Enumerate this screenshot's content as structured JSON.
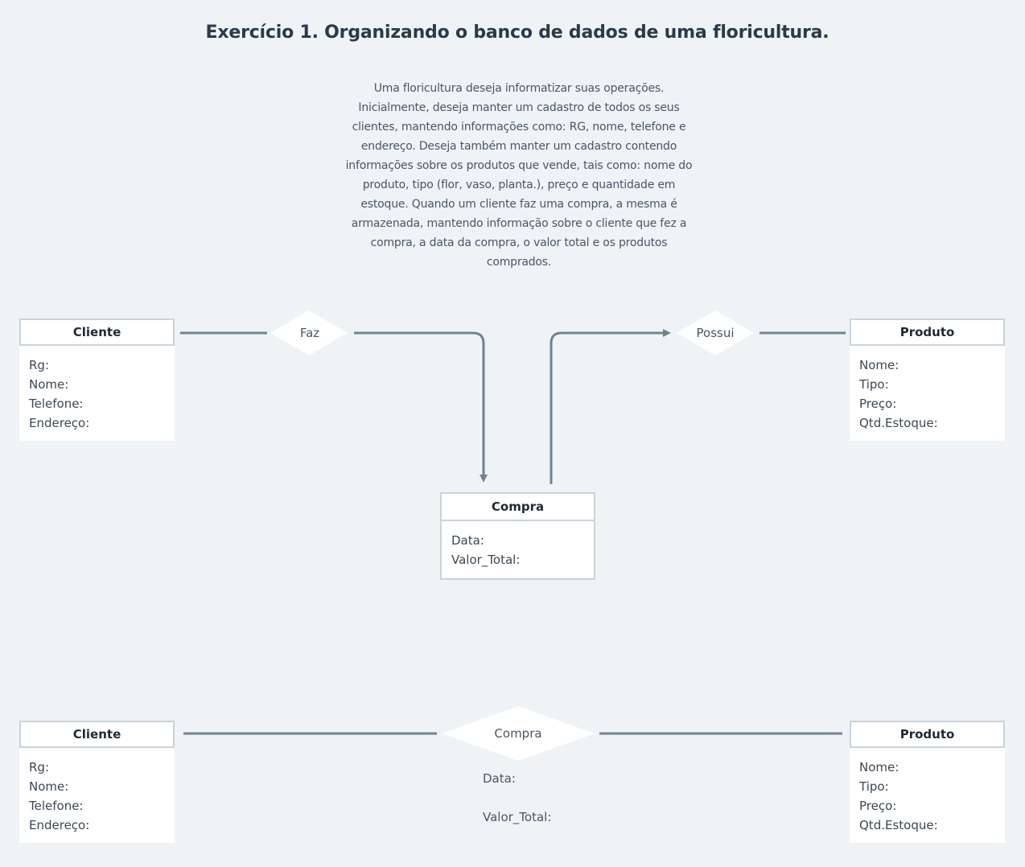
{
  "title": "Exercício 1. Organizando o banco de dados de uma floricultura.",
  "description": "Uma floricultura deseja informatizar suas operações. Inicialmente, deseja manter um cadastro de todos os seus clientes, mantendo informações como: RG, nome, telefone e endereço. Deseja também manter um cadastro contendo informações sobre os produtos que vende, tais como: nome do produto, tipo (flor, vaso, planta.), preço e quantidade em estoque. Quando um cliente faz uma compra, a mesma é armazenada, mantendo informação sobre o cliente que fez a compra, a data da compra, o valor total e os produtos comprados.",
  "diagram1": {
    "cliente": {
      "name": "Cliente",
      "attrs": [
        "Rg:",
        "Nome:",
        "Telefone:",
        "Endereço:"
      ]
    },
    "produto": {
      "name": "Produto",
      "attrs": [
        "Nome:",
        "Tipo:",
        "Preço:",
        "Qtd.Estoque:"
      ]
    },
    "compra": {
      "name": "Compra",
      "attrs": [
        "Data:",
        "Valor_Total:"
      ]
    },
    "rel_faz": "Faz",
    "rel_possui": "Possui"
  },
  "diagram2": {
    "cliente": {
      "name": "Cliente",
      "attrs": [
        "Rg:",
        "Nome:",
        "Telefone:",
        "Endereço:"
      ]
    },
    "produto": {
      "name": "Produto",
      "attrs": [
        "Nome:",
        "Tipo:",
        "Preço:",
        "Qtd.Estoque:"
      ]
    },
    "rel_compra": "Compra",
    "rel_attrs": [
      "Data:",
      "Valor_Total:"
    ]
  },
  "colors": {
    "line": "#738291",
    "box_border": "#c9d3dc",
    "background": "#eff3f6",
    "diamond_fill": "#ffffff"
  }
}
